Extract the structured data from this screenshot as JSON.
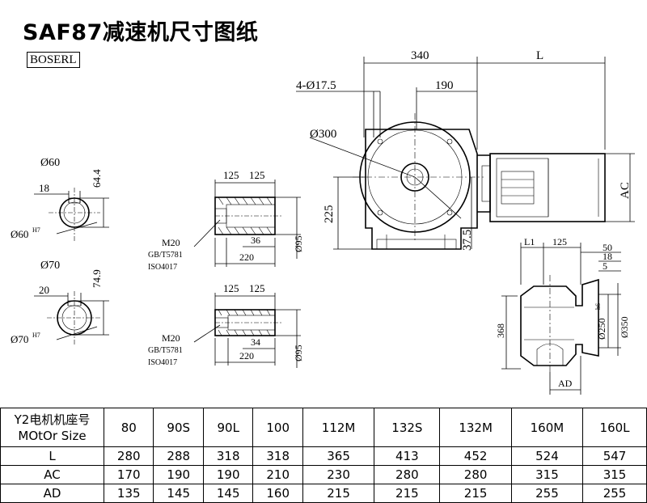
{
  "title": "SAF87减速机尺寸图纸",
  "brand": "BOSERL",
  "shaft60": {
    "label_dia": "Ø60",
    "label_key": "18",
    "label_height": "64.4",
    "label_bore": "Ø60",
    "label_bore_tol": "H7"
  },
  "shaft70": {
    "label_dia": "Ø70",
    "label_key": "20",
    "label_height": "74.9",
    "label_bore": "Ø70",
    "label_bore_tol": "H7"
  },
  "hollow_top": {
    "w1": "125",
    "w2": "125",
    "thread": "M20",
    "std1": "GB/T5781",
    "std2": "ISO4017",
    "d36": "36",
    "d220": "220",
    "dia": "Ø95"
  },
  "hollow_bottom": {
    "w1": "125",
    "w2": "125",
    "thread": "M20",
    "std1": "GB/T5781",
    "std2": "ISO4017",
    "d34": "34",
    "d220": "220",
    "dia": "Ø95"
  },
  "main_view": {
    "d340": "340",
    "dL": "L",
    "holes": "4-Ø17.5",
    "d190": "190",
    "flange": "Ø300",
    "h225": "225",
    "h375": "37.5",
    "ac": "AC"
  },
  "side_view": {
    "l1": "L1",
    "d125": "125",
    "d50": "50",
    "d18": "18",
    "d5": "5",
    "h368": "368",
    "spigot": "Ø250",
    "spigot_tol": "h6",
    "flange_dia": "Ø350",
    "ad": "AD"
  },
  "table": {
    "header_line1": "Y2电机机座号",
    "header_line2": "MOtOr Size",
    "sizes": [
      "80",
      "90S",
      "90L",
      "100",
      "112M",
      "132S",
      "132M",
      "160M",
      "160L"
    ],
    "rows": [
      {
        "label": "L",
        "values": [
          "280",
          "288",
          "318",
          "318",
          "365",
          "413",
          "452",
          "524",
          "547"
        ]
      },
      {
        "label": "AC",
        "values": [
          "170",
          "190",
          "190",
          "210",
          "230",
          "280",
          "280",
          "315",
          "315"
        ]
      },
      {
        "label": "AD",
        "values": [
          "135",
          "145",
          "145",
          "160",
          "215",
          "215",
          "215",
          "255",
          "255"
        ]
      }
    ]
  }
}
